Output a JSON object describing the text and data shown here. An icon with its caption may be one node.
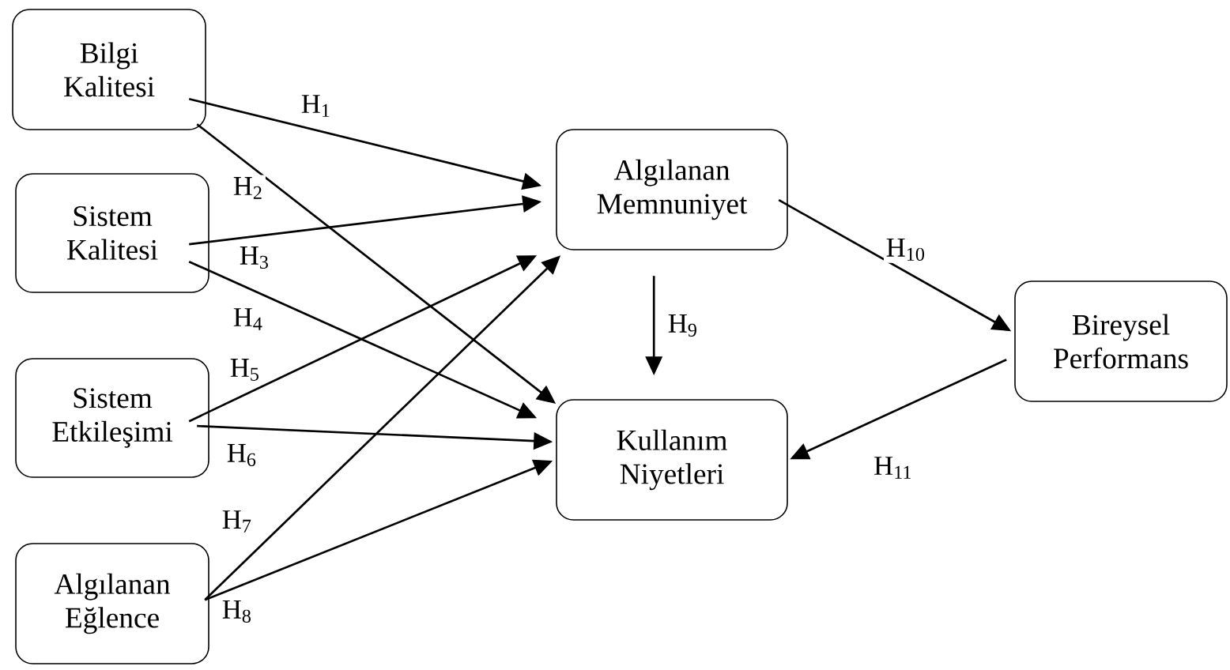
{
  "diagram": {
    "nodes": [
      {
        "text": [
          "Bilgi Kalitesi"
        ]
      },
      {
        "text": [
          "Sistem Kalitesi"
        ]
      },
      {
        "text": [
          "Sistem Etkileşimi"
        ]
      },
      {
        "text": [
          "Algılanan Eğlence"
        ]
      },
      {
        "text": [
          "Algılanan Memnuniyet"
        ]
      },
      {
        "text": [
          "Kullanım Niyetleri"
        ]
      },
      {
        "text": [
          "Bireysel Performans"
        ]
      }
    ],
    "edges": [
      {
        "from": 0,
        "to": 4,
        "arrow": "to",
        "label": "H$_{1}$"
      },
      {
        "from": 0,
        "to": 5,
        "arrow": "to",
        "label": "H$_{2}$"
      },
      {
        "from": 1,
        "to": 4,
        "arrow": "to",
        "label": "H$_{3}$"
      },
      {
        "from": 1,
        "to": 5,
        "arrow": "to",
        "label": "H$_{4}$"
      },
      {
        "from": 2,
        "to": 4,
        "arrow": "to",
        "label": "H$_{5}$"
      },
      {
        "from": 2,
        "to": 5,
        "arrow": "to",
        "label": "H$_{6}$"
      },
      {
        "from": 3,
        "to": 4,
        "arrow": "to",
        "label": "H$_{7}$"
      },
      {
        "from": 3,
        "to": 5,
        "arrow": "to",
        "label": "H$_{8}$"
      },
      {
        "from": 4,
        "to": 5,
        "arrow": "to",
        "label": "H$_{9}$"
      },
      {
        "from": 4,
        "to": 6,
        "arrow": "to",
        "label": "H$_{10}$"
      },
      {
        "from": 6,
        "to": 5,
        "arrow": "to",
        "label": "H$_{11}$"
      }
    ]
  }
}
